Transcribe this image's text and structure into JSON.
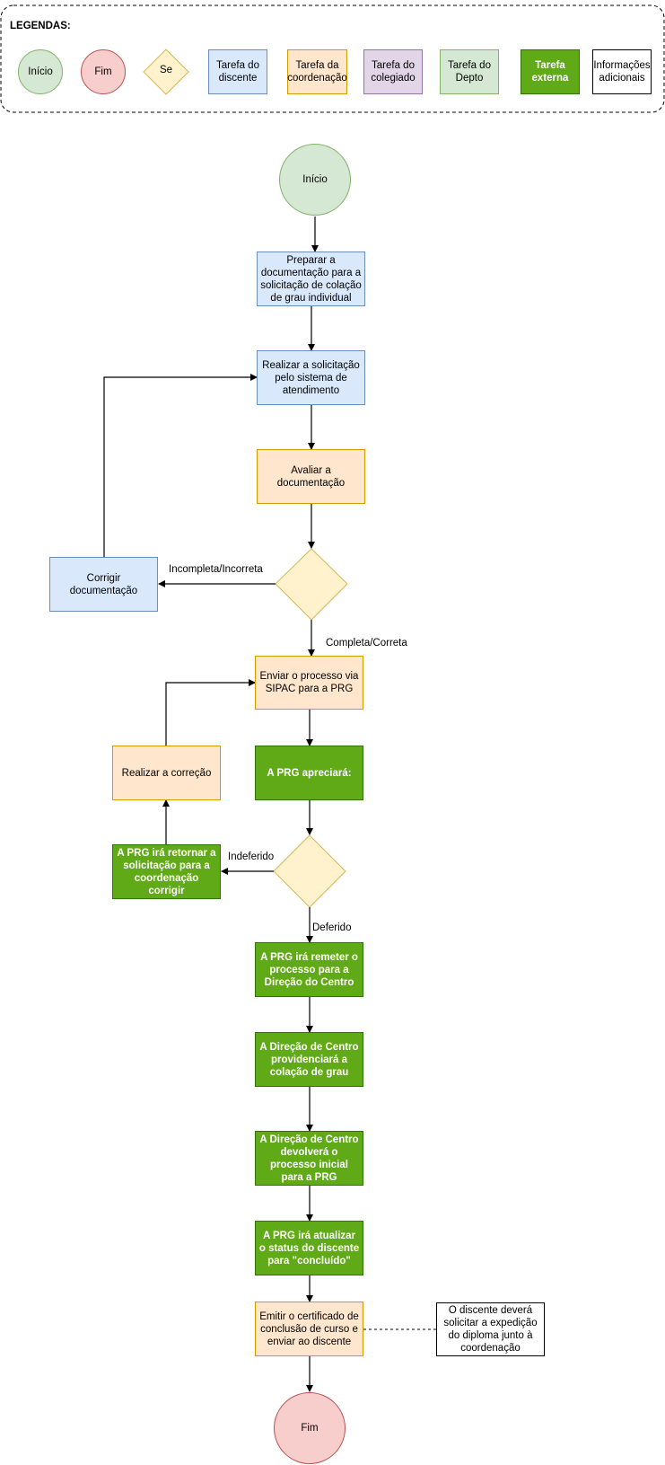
{
  "legend": {
    "title": "LEGENDAS:",
    "start": "Início",
    "end": "Fim",
    "decision": "Se",
    "student_task": "Tarefa do discente",
    "coord_task": "Tarefa da coordenação",
    "board_task": "Tarefa do colegiado",
    "dept_task": "Tarefa do Depto",
    "external_task": "Tarefa externa",
    "extra_info": "Informações adicionais"
  },
  "flow": {
    "start": "Início",
    "step1": "Preparar a documentação para a solicitação de colação de grau individual",
    "step2": "Realizar a solicitação pelo sistema de atendimento",
    "step3": "Avaliar a documentação",
    "fix_docs": "Corrigir documentação",
    "label_incomplete": "Incompleta/Incorreta",
    "label_complete": "Completa/Correta",
    "step4": "Enviar o processo via SIPAC para a PRG",
    "step5": "A PRG apreciará:",
    "do_correction": "Realizar a correção",
    "prg_return": "A PRG irá retornar a solicitação para a coordenação corrigir",
    "label_denied": "Indeferido",
    "label_granted": "Deferido",
    "step6": "A PRG irá remeter o processo para a Direção do Centro",
    "step7": "A Direção de Centro providenciará a colação de grau",
    "step8": "A Direção de Centro devolverá o processo inicial para a PRG",
    "step9": "A PRG irá atualizar o status do discente para \"concluído\"",
    "step10": "Emitir o certificado de conclusão de curso e enviar ao discente",
    "note": "O discente deverá solicitar a expedição do diploma junto à coordenação",
    "end": "Fim"
  }
}
